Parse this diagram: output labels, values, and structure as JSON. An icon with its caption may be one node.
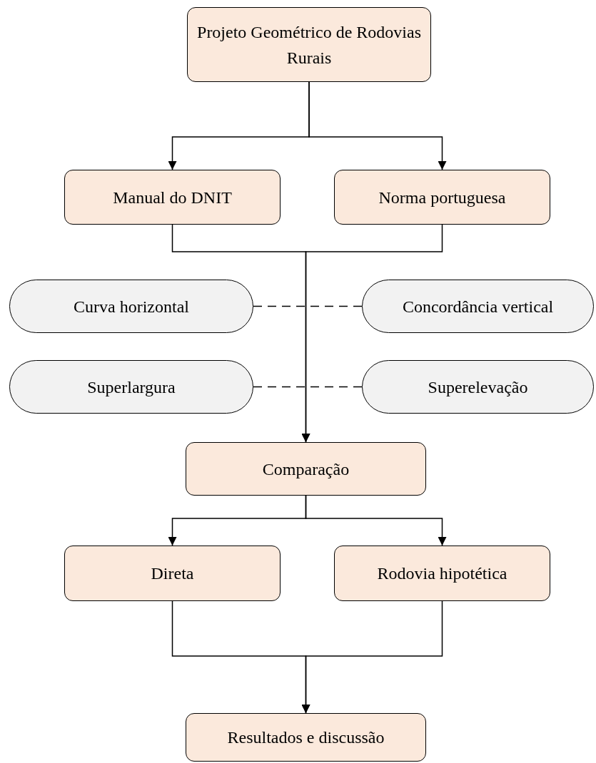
{
  "diagram": {
    "nodes": [
      {
        "text": [
          "Projeto Geométrico de Rodovias Rurais"
        ]
      },
      {
        "text": [
          "Manual do DNIT"
        ]
      },
      {
        "text": [
          "Norma portuguesa"
        ]
      },
      {
        "text": [
          "Curva horizontal"
        ]
      },
      {
        "text": [
          "Concordância vertical"
        ]
      },
      {
        "text": [
          "Superlargura"
        ]
      },
      {
        "text": [
          "Superelevação"
        ]
      },
      {
        "text": [
          "Comparação"
        ]
      },
      {
        "text": [
          "Direta"
        ]
      },
      {
        "text": [
          "Rodovia hipotética"
        ]
      },
      {
        "text": [
          "Resultados e discussão"
        ]
      }
    ],
    "edges": [
      {
        "from": 0,
        "to": 1,
        "arrow": "to"
      },
      {
        "from": 0,
        "to": 2,
        "arrow": "to"
      },
      {
        "from": 1,
        "to": 7,
        "arrow": "to"
      },
      {
        "from": 2,
        "to": 7,
        "arrow": "to"
      },
      {
        "from": 3,
        "to": 4,
        "arrow": "none",
        "style": "dashed"
      },
      {
        "from": 5,
        "to": 6,
        "arrow": "none",
        "style": "dashed"
      },
      {
        "from": 7,
        "to": 8,
        "arrow": "to"
      },
      {
        "from": 7,
        "to": 9,
        "arrow": "to"
      },
      {
        "from": 8,
        "to": 10,
        "arrow": "to"
      },
      {
        "from": 9,
        "to": 10,
        "arrow": "to"
      }
    ]
  }
}
